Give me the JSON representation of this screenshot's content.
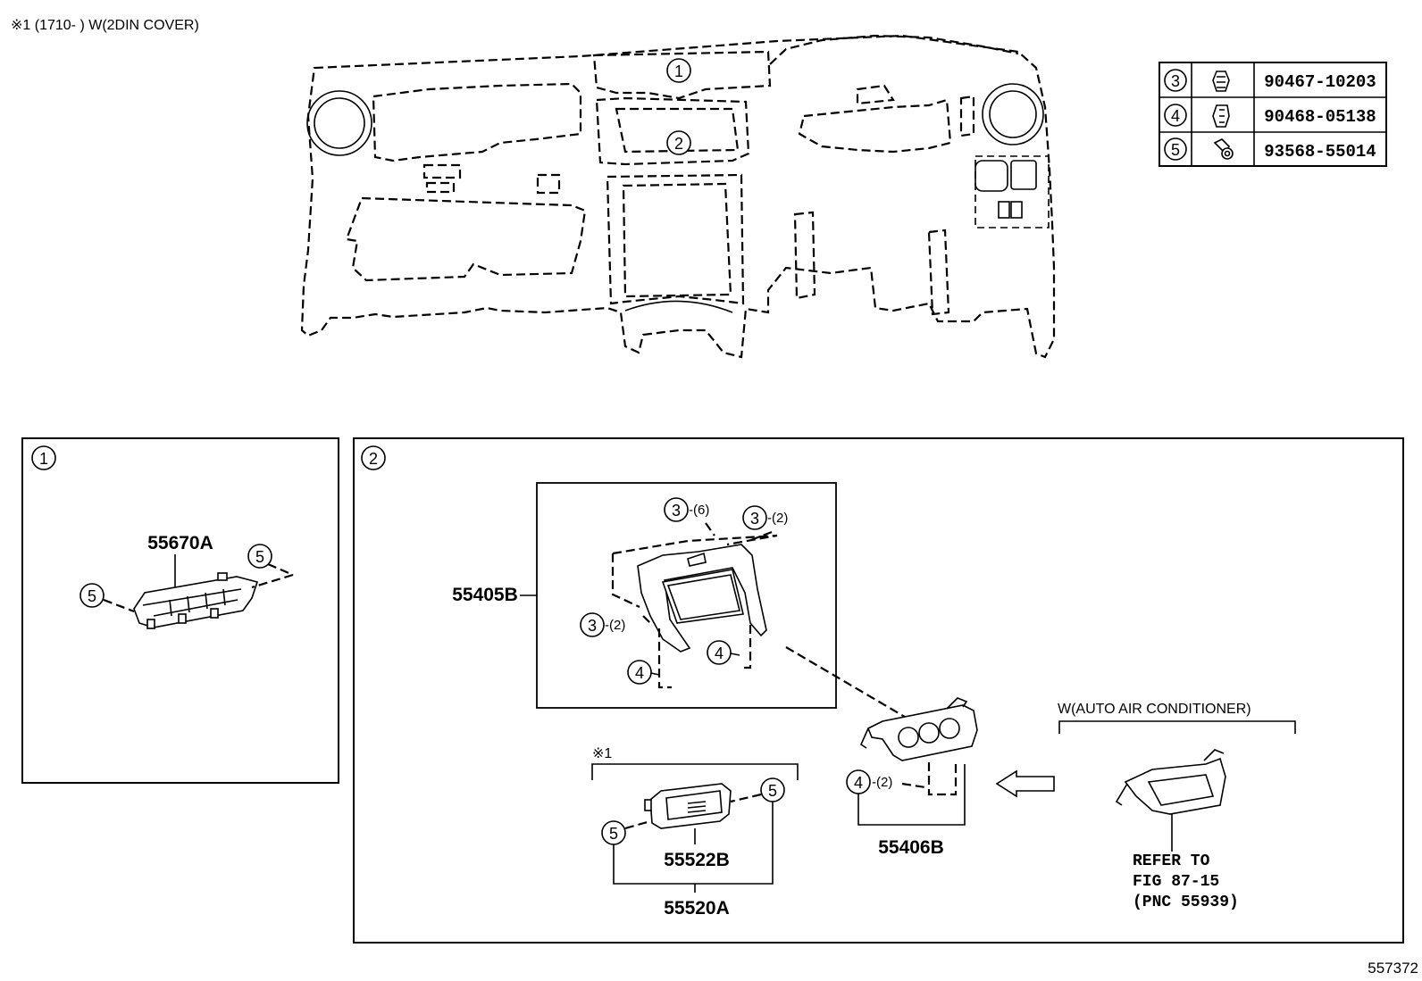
{
  "header": {
    "note": "※1 (1710-     ) W(2DIN COVER)"
  },
  "diagram_id": "557372",
  "fastener_table": [
    {
      "ref": "3",
      "part_number": "90467-10203",
      "icon": "clip-icon"
    },
    {
      "ref": "4",
      "part_number": "90468-05138",
      "icon": "clip-icon"
    },
    {
      "ref": "5",
      "part_number": "93568-55014",
      "icon": "screw-icon"
    }
  ],
  "overview": {
    "callouts": [
      "1",
      "2"
    ]
  },
  "panel1": {
    "number": "1",
    "part": "55670A",
    "callout_left": "5",
    "callout_right": "5"
  },
  "panel2": {
    "number": "2",
    "bracket_part": "55405B",
    "bracket_callouts": [
      {
        "ref": "3",
        "qty": "-(6)"
      },
      {
        "ref": "3",
        "qty": "-(2)"
      },
      {
        "ref": "3",
        "qty": "-(2)"
      },
      {
        "ref": "4",
        "qty": ""
      },
      {
        "ref": "4",
        "qty": ""
      }
    ],
    "cover_note": "※1",
    "cover_callout_left": "5",
    "cover_callout_right": "5",
    "cover_inner_part": "55522B",
    "cover_outer_part": "55520A",
    "panel_callout": {
      "ref": "4",
      "qty": "-(2)"
    },
    "panel_part": "55406B",
    "auto_ac": {
      "label": "W(AUTO AIR CONDITIONER)",
      "refer_line1": "REFER TO",
      "refer_line2": "FIG 87-15",
      "refer_line3": "(PNC 55939)"
    }
  }
}
